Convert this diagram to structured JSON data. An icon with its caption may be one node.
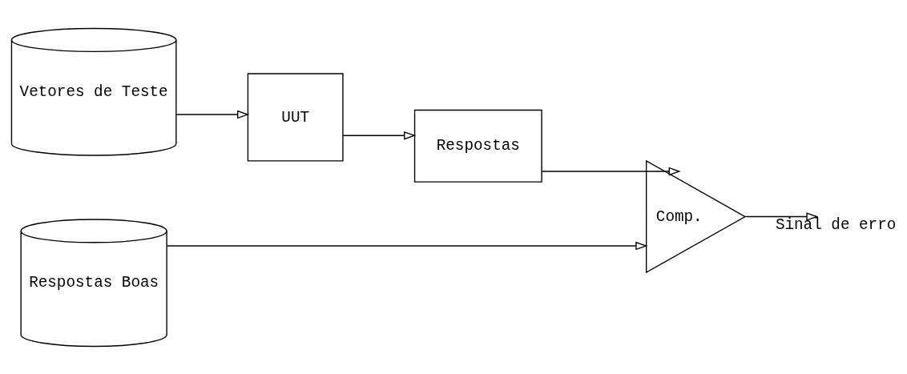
{
  "diagram": {
    "nodes": [
      {
        "text": [
          "Vetores de Teste"
        ]
      },
      {
        "text": [
          "UUT"
        ]
      },
      {
        "text": [
          "Respostas"
        ]
      },
      {
        "text": [
          "Respostas Boas"
        ]
      },
      {
        "text": [
          "Comp."
        ]
      }
    ],
    "edges": [
      {
        "from": 0,
        "to": 1,
        "arrow": "to"
      },
      {
        "from": 1,
        "to": 2,
        "arrow": "to"
      },
      {
        "from": 2,
        "to": 4,
        "arrow": "to"
      },
      {
        "from": 3,
        "to": 4,
        "arrow": "to"
      },
      {
        "from": 4,
        "to": null,
        "arrow": "to",
        "label": "Sinal de erro"
      }
    ]
  }
}
